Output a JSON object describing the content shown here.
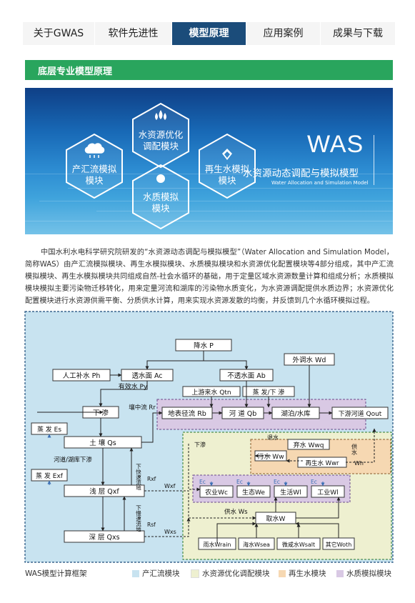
{
  "nav": {
    "tabs": [
      {
        "label": "关于GWAS",
        "active": false
      },
      {
        "label": "软件先进性",
        "active": false
      },
      {
        "label": "模型原理",
        "active": true
      },
      {
        "label": "应用案例",
        "active": false
      },
      {
        "label": "成果与下载",
        "active": false
      }
    ]
  },
  "section": {
    "title": "底层专业模型原理"
  },
  "banner": {
    "hexes": {
      "top": "水资源优化\n调配模块",
      "left": "产汇流模拟\n模块",
      "right": "再生水模拟\n模块",
      "bottom": "水质模拟\n模块"
    },
    "was_title": "WAS",
    "was_cn": "水资源动态调配与模拟模型",
    "was_en": "Water Allocation and Simulation Model"
  },
  "intro": "中国水利水电科学研究院研发的“水资源动态调配与模拟模型”（Water Allocation and Simulation Model，简称WAS）由产汇流模拟模块、再生水模拟模块、水质模拟模块和水资源优化配置模块等4部分组成，其中产汇流模拟模块、再生水模拟模块共同组成自然-社会水循环的基础，用于定量区域水资源数量计算和组成分析；水质模拟模块模拟主要污染物迁移转化，用来定量河流和湖库的污染物水质变化，为水资源调配提供水质边界；水资源优化配置模块进行水资源供需平衡、分质供水计算，用来实现水资源发散的均衡，并反馈到几个水循环模拟过程。",
  "diagram": {
    "nodes": {
      "precip": "降水 P",
      "artificial": "人工补水 Ph",
      "pervious": "透水面 Ac",
      "impervious": "不透水面 Ab",
      "transfer": "外调水 Wd",
      "effective": "有效水 Py",
      "upstream": "上游来水 Qtn",
      "evap_lake": "蒸 发/下 渗",
      "infiltrate": "下 渗",
      "interflow": "壤中流 Rr",
      "surface": "地表径流 Rb",
      "river": "河 道 Qb",
      "lake": "湖泊/水库",
      "downstream": "下游河道 Qout",
      "evap_s": "蒸 发 Es",
      "soil": "土 壤 Qs",
      "lake_seep": "河道/湖库下渗",
      "evap_xf": "蒸 发 Exf",
      "shallow": "浅 层 Qxf",
      "deep": "深 层 Qxs",
      "fast_flow": "下快速流地",
      "slow_flow": "下慢速流地",
      "rxf": "Rxf",
      "rsf": "Rsf",
      "wxf": "Wxf",
      "wxs": "Wxs",
      "downseep": "下渗",
      "drain": "退水",
      "abandon": "弃水 Wwq",
      "sewage": "污水 Ww",
      "reclaimed": "再生水 Wwr",
      "supply_label": "供水",
      "wh": "Wh",
      "agri": "农业Wc",
      "eco": "生态We",
      "life": "生活Wl",
      "ind": "工业Wl",
      "ec1": "Ec",
      "ec2": "Ec",
      "ec3": "Ec",
      "ec4": "Ec",
      "supply_w": "供水 Ws",
      "intake": "取水W",
      "rain": "雨水Wrain",
      "sea": "海水Wsea",
      "brackish": "微咸水Wsalt",
      "other": "其它Woth"
    }
  },
  "legend": {
    "title": "WAS模型计算框架",
    "items": [
      {
        "label": "产汇流模块",
        "color": "#c8e3f0"
      },
      {
        "label": "水资源优化调配模块",
        "color": "#eef0d0"
      },
      {
        "label": "再生水模块",
        "color": "#f6d8b2"
      },
      {
        "label": "水质模拟模块",
        "color": "#d9c9e4"
      }
    ]
  }
}
